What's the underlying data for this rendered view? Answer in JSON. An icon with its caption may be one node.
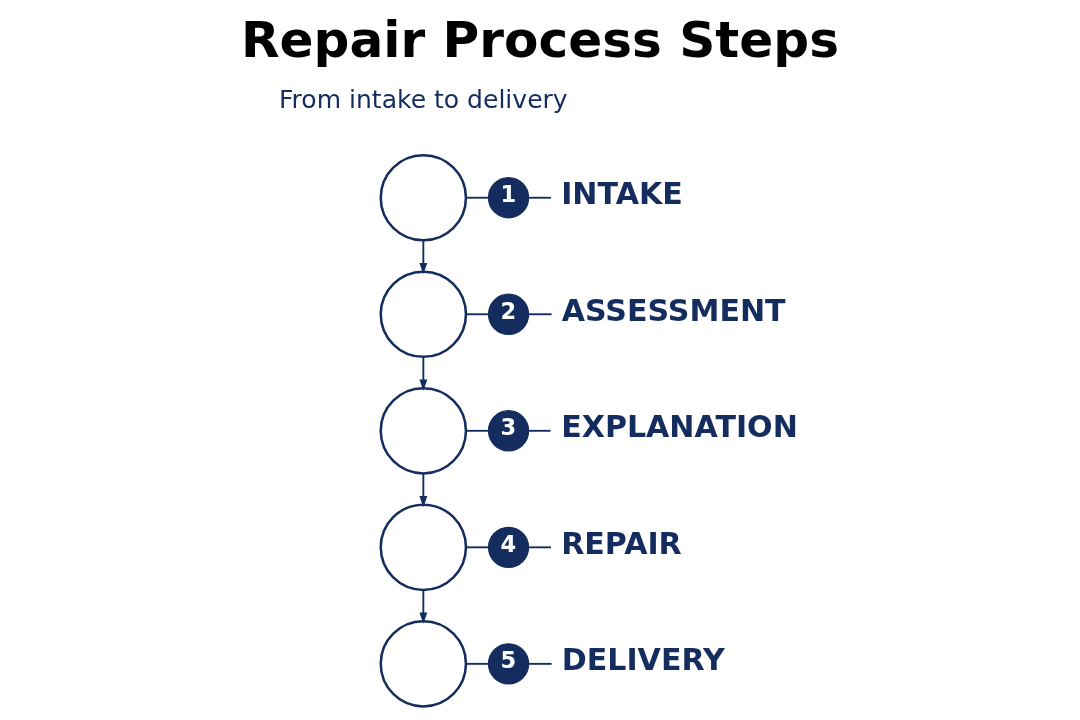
{
  "diagram": {
    "title": "Repair Process Steps",
    "nodes": [
      {
        "text": [],
        "shape": "circle"
      },
      {
        "text": [
          "1"
        ]
      },
      {
        "text": [
          "INTAKE"
        ]
      },
      {
        "text": [],
        "shape": "circle"
      },
      {
        "text": [
          "2"
        ]
      },
      {
        "text": [
          "ASSESSMENT"
        ]
      },
      {
        "text": [],
        "shape": "circle"
      },
      {
        "text": [
          "3"
        ]
      },
      {
        "text": [
          "EXPLANATION"
        ]
      },
      {
        "text": [],
        "shape": "circle"
      },
      {
        "text": [
          "4"
        ]
      },
      {
        "text": [
          "REPAIR"
        ]
      },
      {
        "text": [],
        "shape": "circle"
      },
      {
        "text": [
          "5"
        ]
      },
      {
        "text": [
          "DELIVERY"
        ]
      }
    ],
    "edges": [
      {
        "from": 0,
        "to": 1,
        "arrow": "none"
      },
      {
        "from": 1,
        "to": 2,
        "arrow": "none"
      },
      {
        "from": 0,
        "to": 3,
        "arrow": "to"
      },
      {
        "from": 3,
        "to": 4,
        "arrow": "none"
      },
      {
        "from": 4,
        "to": 5,
        "arrow": "none"
      },
      {
        "from": 3,
        "to": 6,
        "arrow": "to"
      },
      {
        "from": 6,
        "to": 7,
        "arrow": "none"
      },
      {
        "from": 7,
        "to": 8,
        "arrow": "none"
      },
      {
        "from": 6,
        "to": 9,
        "arrow": "to"
      },
      {
        "from": 9,
        "to": 10,
        "arrow": "none"
      },
      {
        "from": 10,
        "to": 11,
        "arrow": "none"
      },
      {
        "from": 9,
        "to": 12,
        "arrow": "to"
      },
      {
        "from": 12,
        "to": 13,
        "arrow": "none"
      },
      {
        "from": 13,
        "to": 14,
        "arrow": "none"
      }
    ],
    "labels": [
      "From intake to delivery"
    ]
  }
}
